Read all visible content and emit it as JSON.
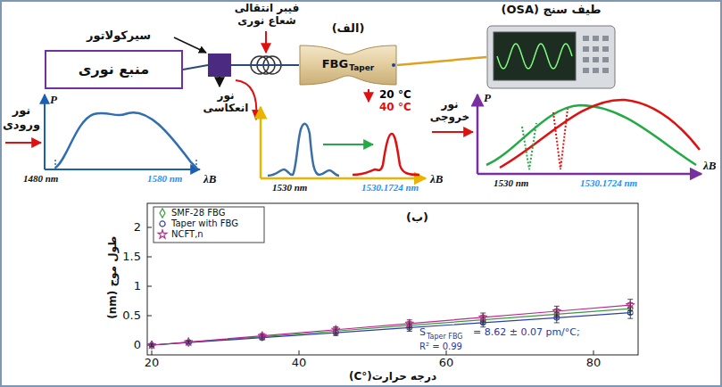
{
  "diagram": {
    "nodes": [
      {
        "text": [
          "منبع نوری"
        ]
      },
      {
        "text": [
          "سیرکولاتور"
        ]
      },
      {
        "text": [
          "(الف)",
          "FBG",
          "Taper"
        ]
      },
      {
        "text": [
          "طیف سنج (OSA)"
        ]
      }
    ],
    "edges": [
      {
        "from": 0,
        "to": 1,
        "arrow": "none"
      },
      {
        "from": 1,
        "to": 2,
        "arrow": "none"
      },
      {
        "from": 2,
        "to": 3,
        "arrow": "none"
      }
    ],
    "labels": [
      "فیبر انتقالی شعاع نوری",
      "20 °C",
      "40 °C",
      "نور ورودی",
      "P",
      "λB",
      "1480 nm",
      "1580 nm",
      "نور انعکاسی",
      "1530 nm",
      "1530.1724 nm",
      "λB",
      "نور خروجی",
      "P",
      "λB",
      "1530 nm",
      "1530.1724 nm",
      "(ب)",
      "طول موج (nm)",
      "درجه حرارت(°C)",
      "S",
      "Taper FBG",
      "= 8.62 ± 0.07 pm/°C;",
      "R² = 0.99",
      "0",
      "0.5",
      "1",
      "1.5",
      "2",
      "20",
      "40",
      "60",
      "80"
    ],
    "legend": [
      {
        "text": "SMF-28 FBG"
      },
      {
        "text": "Taper with FBG"
      },
      {
        "text": "NCFT,n"
      }
    ]
  }
}
